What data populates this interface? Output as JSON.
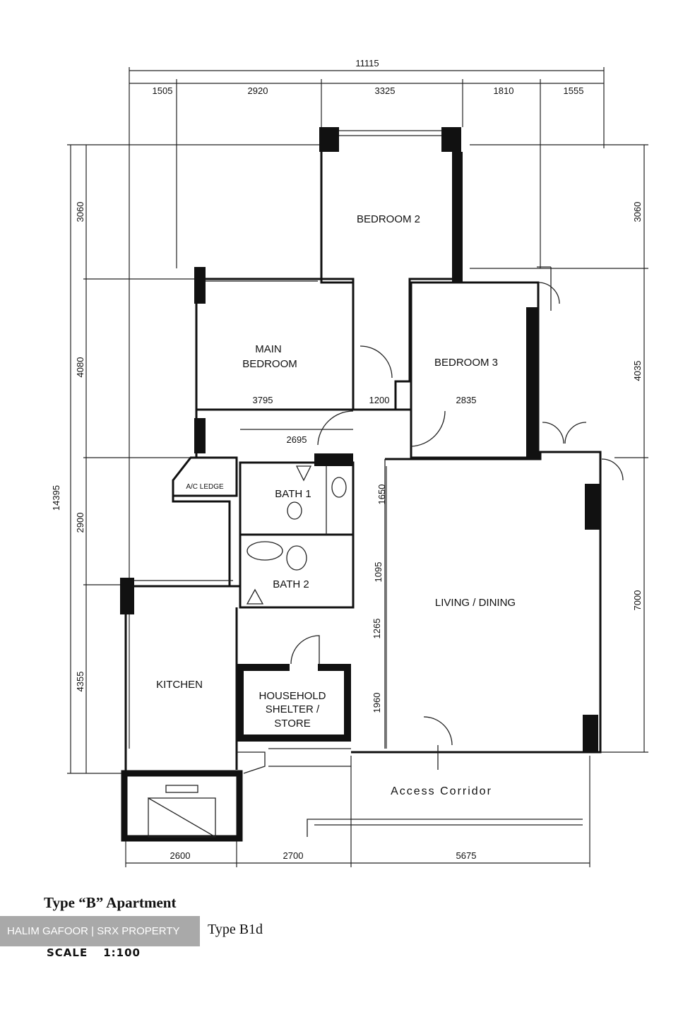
{
  "plan": {
    "overall_width": "11115",
    "top_dims": [
      "1505",
      "2920",
      "3325",
      "1810",
      "1555"
    ],
    "overall_depth": "14395",
    "left_dims": [
      "3060",
      "4080",
      "2900",
      "4355"
    ],
    "right_dims": [
      "3060",
      "4035",
      "7000"
    ],
    "bottom_dims": [
      "2600",
      "2700",
      "5675"
    ],
    "inner_dims": {
      "main_bedroom_width": "3795",
      "corridor_width": "1200",
      "bedroom3_width": "2835",
      "bath_block_width": "2695",
      "bath1_depth": "1650",
      "bath2_depth": "1095",
      "gap_depth": "1265",
      "shelter_depth": "1960"
    },
    "rooms": {
      "bedroom2": "BEDROOM 2",
      "main_bedroom_1": "MAIN",
      "main_bedroom_2": "BEDROOM",
      "bedroom3": "BEDROOM 3",
      "ac_ledge": "A/C LEDGE",
      "bath1": "BATH 1",
      "bath2": "BATH 2",
      "living_dining": "LIVING / DINING",
      "kitchen": "KITCHEN",
      "shelter_1": "HOUSEHOLD",
      "shelter_2": "SHELTER /",
      "shelter_3": "STORE",
      "access_corridor": "Access  Corridor"
    }
  },
  "caption": {
    "title": "Type “B” Apartment",
    "subtitle": "Type B1d",
    "scale_label": "SCALE",
    "scale_value": "1:100"
  },
  "watermark": "HALIM GAFOOR | SRX PROPERTY"
}
